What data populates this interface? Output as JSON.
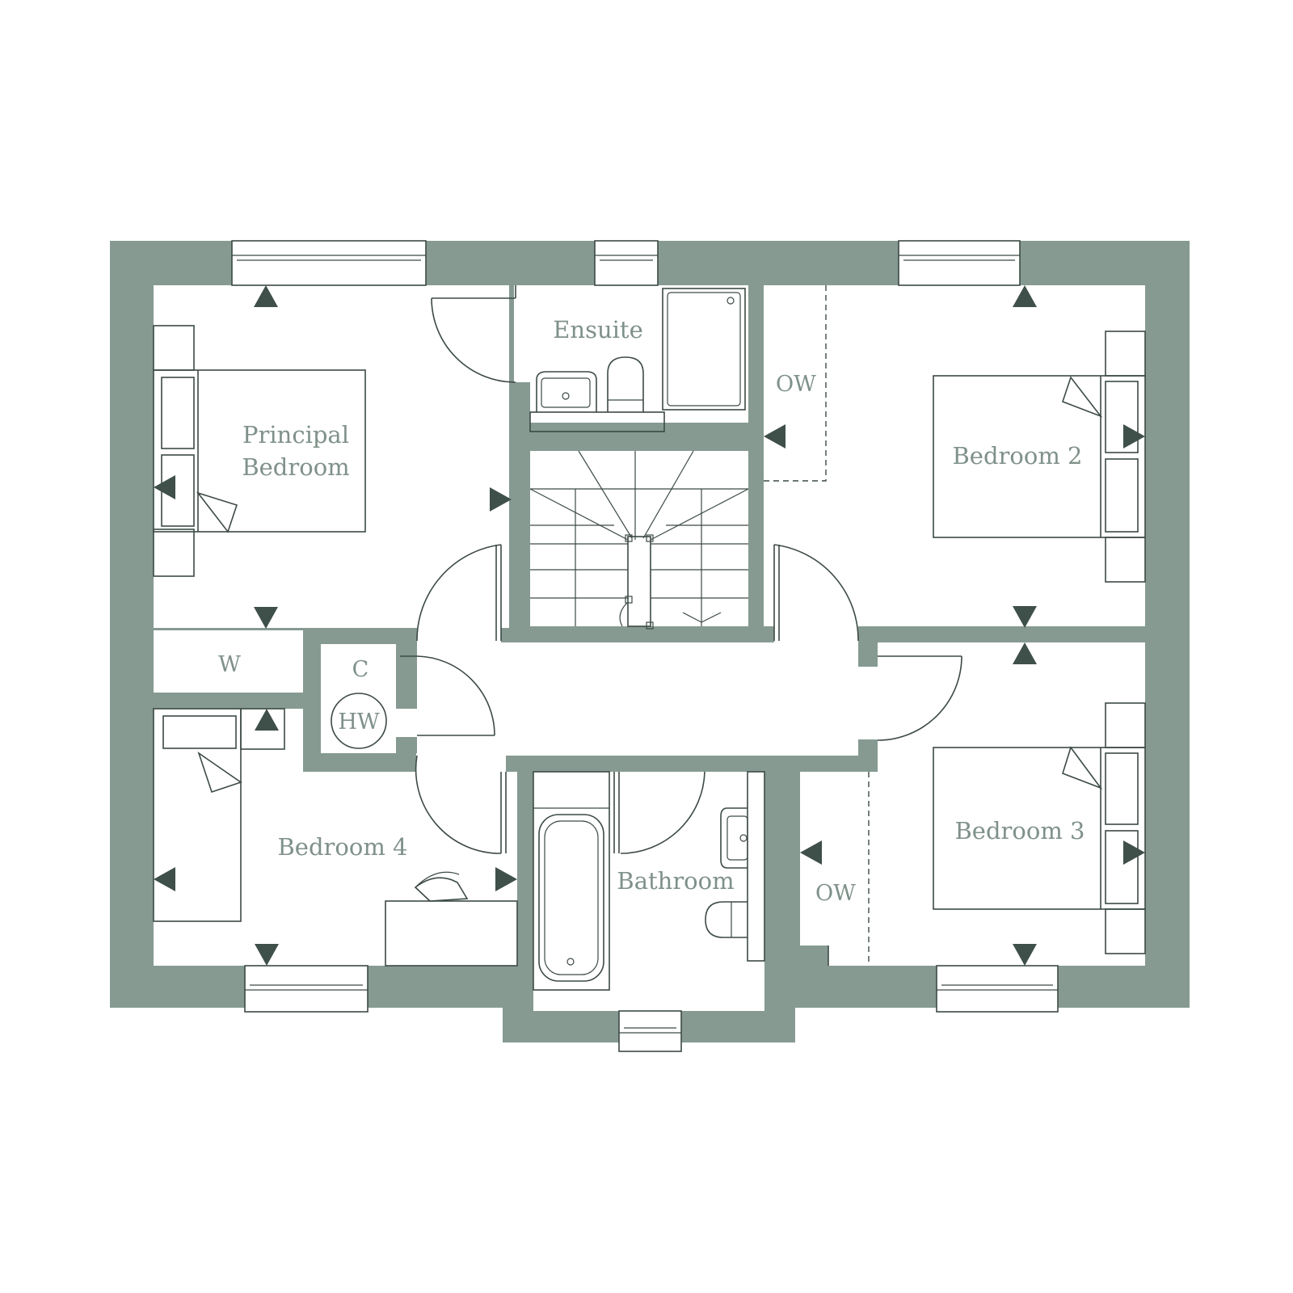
{
  "colors": {
    "wall": "#869a91",
    "line": "#3c4a45",
    "label": "#7f9189",
    "arrow": "#3f4f4a"
  },
  "rooms": {
    "principal_bedroom": {
      "line1": "Principal",
      "line2": "Bedroom"
    },
    "ensuite": "Ensuite",
    "bedroom_2": "Bedroom 2",
    "bedroom_3": "Bedroom 3",
    "bedroom_4": "Bedroom 4",
    "bathroom": "Bathroom"
  },
  "storage": {
    "wardrobe": "W",
    "cupboard": "C",
    "hot_water": "HW",
    "open_wardrobe_top": "OW",
    "open_wardrobe_bottom": "OW"
  },
  "icons": {
    "dimension_marker": "triangle-arrow-icon"
  }
}
